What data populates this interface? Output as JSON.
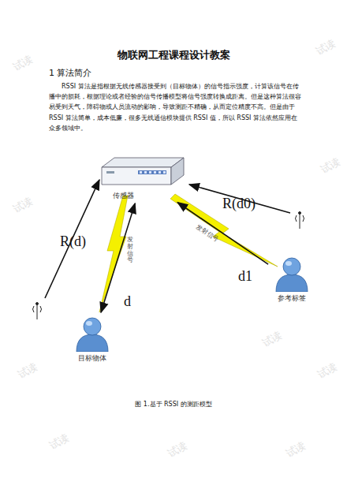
{
  "diagram": {
    "title": "物联网工程课程设计教案",
    "caption": "图 1.基于 RSSI 的测距模型",
    "nodes": [
      {
        "text": [
          "传感器"
        ]
      },
      {
        "text": [
          "目标物体"
        ]
      },
      {
        "text": [
          "参考标签"
        ]
      }
    ],
    "edges": [
      {
        "from": 1,
        "to": 0,
        "arrow": "both",
        "label": "d"
      },
      {
        "from": 2,
        "to": 0,
        "arrow": "to",
        "label": "d1"
      }
    ],
    "labels": [
      "1 算法简介",
      "RSSI 算法是指根据无线传感器接受到（目标物体）的信号指示强度，计算该信号在传播中的损耗，根据理论或者经验的信号传播模型将信号强度转换成距离。但是这种算法很容易受到天气，障碍物或人员流动的影响，导致测距不精确，从而定位精度不高。但是由于 RSSI 算法简单，成本低廉，很多无线通信模块提供 RSSI 值，所以 RSSI 算法依然应用在众多领域中。",
      "R(d)",
      "R(d0)",
      "发射信号",
      "发射信号",
      "试读",
      "试读",
      "试读",
      "试读",
      "试读",
      "试读",
      "试读",
      "试读",
      "试读",
      "试读"
    ]
  }
}
